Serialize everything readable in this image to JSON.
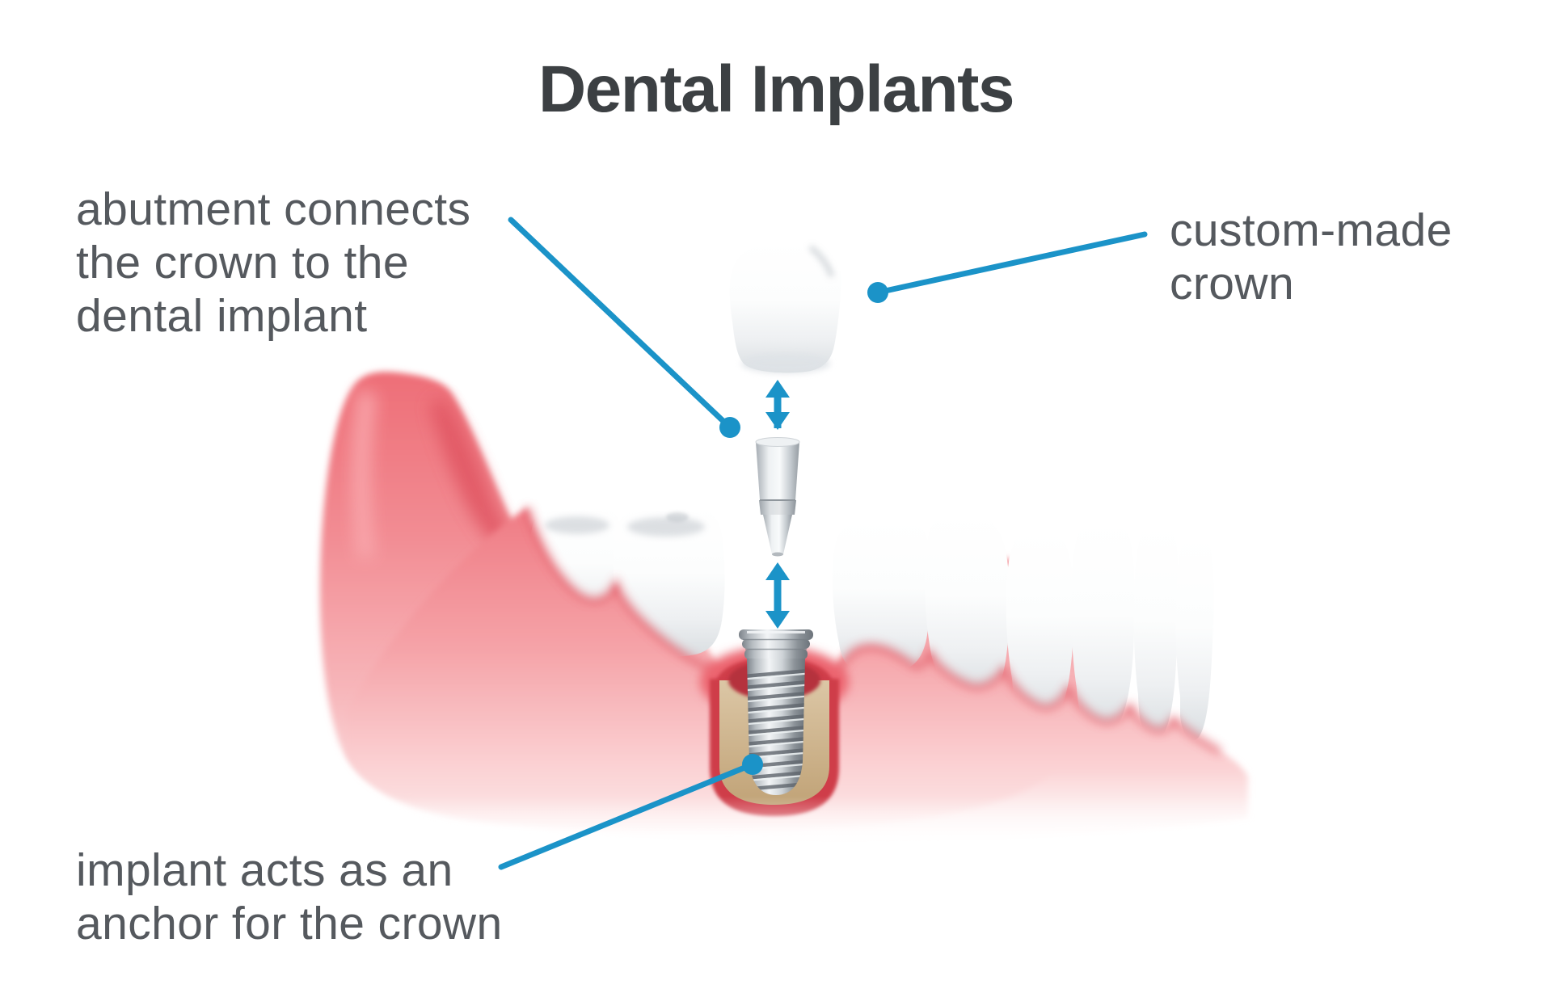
{
  "title": "Dental Implants",
  "labels": {
    "abutment": {
      "lines": [
        "abutment connects",
        "the crown to the",
        "dental implant"
      ]
    },
    "custom_crown": {
      "lines": [
        "custom-made",
        "crown"
      ]
    },
    "implant_anchor": {
      "lines": [
        "implant acts as an",
        "anchor for the crown"
      ]
    }
  },
  "colors": {
    "accent_blue": "#1b93c8",
    "title_text": "#3c4043",
    "label_text": "#55595e",
    "gum_pink": "#f0737c",
    "gum_shadow": "#d94a56",
    "bone_tan": "#cdb18c",
    "tooth_white": "#ffffff",
    "tooth_shadow": "#d9dee1",
    "metal_gray": "#9aa1a8",
    "background": "#ffffff"
  },
  "icons": {
    "leader_dot": "filled-circle",
    "gap_arrow": "double-headed-vertical-arrow"
  }
}
